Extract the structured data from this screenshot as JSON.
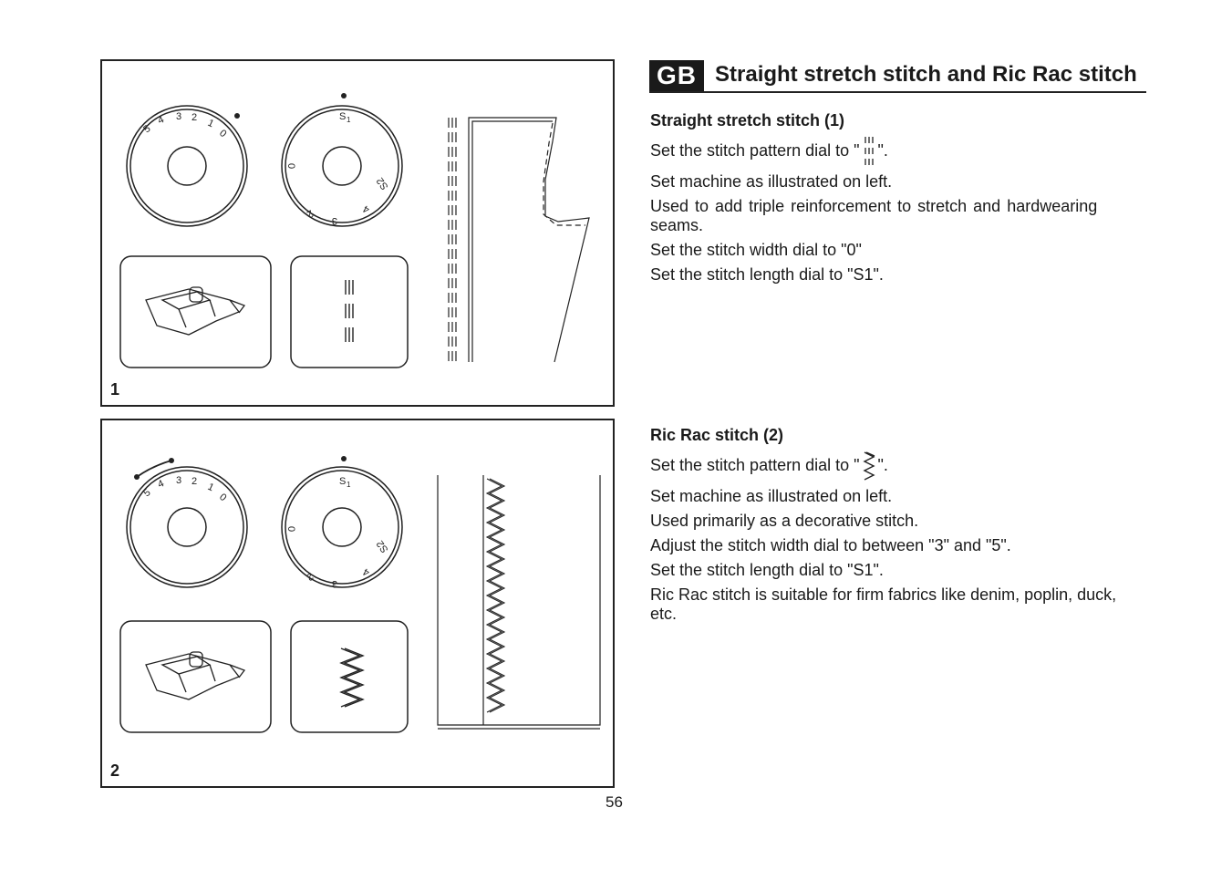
{
  "header": {
    "lang_code": "GB",
    "title": "Straight stretch stitch and Ric Rac stitch"
  },
  "figures": [
    {
      "number": "1",
      "width_dial_labels": [
        "5",
        "4",
        "3",
        "2",
        "1",
        "0"
      ],
      "length_dial_labels": [
        "S1",
        "0",
        "1",
        "2",
        "3",
        "4",
        "S2"
      ],
      "stitch_icon": "triple-straight-stitch-icon"
    },
    {
      "number": "2",
      "width_dial_labels": [
        "5",
        "4",
        "3",
        "2",
        "1",
        "0"
      ],
      "length_dial_labels": [
        "S1",
        "0",
        "1",
        "2",
        "3",
        "4",
        "S2"
      ],
      "stitch_icon": "ric-rac-stitch-icon"
    }
  ],
  "sections": [
    {
      "title": "Straight stretch stitch (1)",
      "pattern_prefix": "Set the stitch pattern dial to \"",
      "pattern_suffix": "\".",
      "lines": [
        "Set machine as illustrated on left.",
        "Used to add triple reinforcement to stretch and hardwearing seams.",
        "Set the stitch width dial to \"0\"",
        "Set the stitch length dial to \"S1\"."
      ]
    },
    {
      "title": "Ric Rac stitch (2)",
      "pattern_prefix": "Set the stitch pattern dial to \"",
      "pattern_suffix": "\".",
      "lines": [
        "Set machine as illustrated on left.",
        "Used primarily as a decorative stitch.",
        "Adjust the stitch width dial to between \"3\" and \"5\".",
        "Set the stitch length dial to \"S1\".",
        "Ric Rac stitch is suitable for firm fabrics like denim, poplin, duck, etc."
      ]
    }
  ],
  "page_number": "56"
}
